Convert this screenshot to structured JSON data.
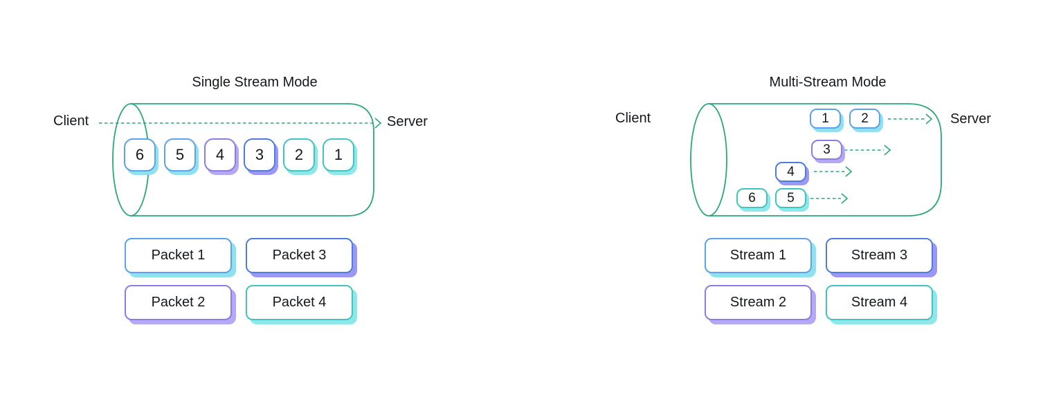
{
  "colors": {
    "green_outline": "#2AA877",
    "blue_border": "#5AA2EE",
    "indigo_border": "#4C7CE0",
    "purple_border": "#8C7BE8",
    "teal_border": "#3FC5C0",
    "cyan_shadow": "#8FE1EF",
    "indigo_shadow": "#9C97F2",
    "purple_shadow": "#B5A8F5",
    "text": "#15171E"
  },
  "single_stream": {
    "title": "Single Stream Mode",
    "client_label": "Client",
    "server_label": "Server",
    "tube_packets": [
      "6",
      "5",
      "4",
      "3",
      "2",
      "1"
    ],
    "legend": [
      "Packet 1",
      "Packet 3",
      "Packet 2",
      "Packet 4"
    ]
  },
  "multi_stream": {
    "title": "Multi-Stream Mode",
    "client_label": "Client",
    "server_label": "Server",
    "stream_rows": [
      [
        "1",
        "2"
      ],
      [
        "3"
      ],
      [
        "4"
      ],
      [
        "6",
        "5"
      ]
    ],
    "legend": [
      "Stream 1",
      "Stream 3",
      "Stream 2",
      "Stream 4"
    ]
  }
}
